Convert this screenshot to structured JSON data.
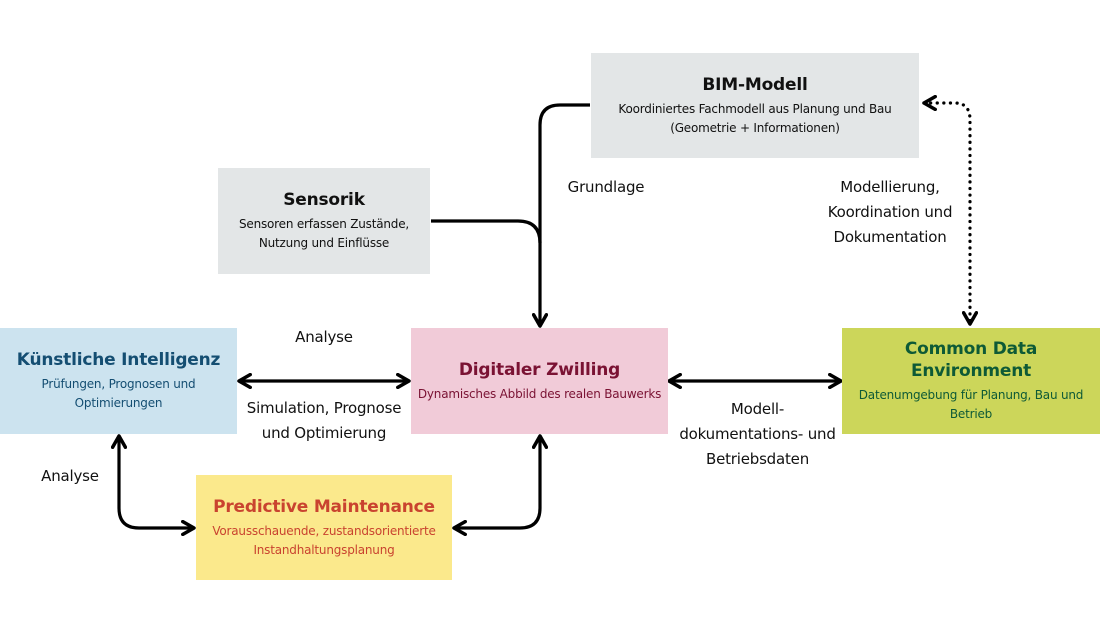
{
  "diagram": {
    "nodes": {
      "bim": {
        "title": "BIM-Modell",
        "subtitle_line1": "Koordiniertes Fachmodell aus Planung und Bau",
        "subtitle_line2": "(Geometrie + Informationen)",
        "bg_color": "#e3e6e7",
        "text_color": "#111111"
      },
      "sensorik": {
        "title": "Sensorik",
        "subtitle_line1": "Sensoren erfassen Zustände,",
        "subtitle_line2": "Nutzung und Einflüsse",
        "bg_color": "#e3e6e7",
        "text_color": "#111111"
      },
      "ki": {
        "title": "Künstliche Intelligenz",
        "subtitle_line1": "Prüfungen, Prognosen und",
        "subtitle_line2": "Optimierungen",
        "bg_color": "#cce3ef",
        "text_color": "#144e72"
      },
      "twin": {
        "title": "Digitaler Zwilling",
        "subtitle_line1": "Dynamisches Abbild des realen Bauwerks",
        "bg_color": "#f1cbd8",
        "text_color": "#7a1233"
      },
      "cde": {
        "title": "Common Data Environment",
        "subtitle_line1": "Datenumgebung für Planung, Bau und",
        "subtitle_line2": "Betrieb",
        "bg_color": "#ccd65a",
        "text_color": "#0e5a36"
      },
      "pm": {
        "title": "Predictive Maintenance",
        "subtitle_line1": "Vorausschauende, zustandsorientierte",
        "subtitle_line2": "Instandhaltungsplanung",
        "bg_color": "#fbe98c",
        "text_color": "#c9432f"
      }
    },
    "edge_labels": {
      "grundlage": "Grundlage",
      "modellierung_line1": "Modellierung,",
      "modellierung_line2": "Koordination und",
      "modellierung_line3": "Dokumentation",
      "analyse_top": "Analyse",
      "simulation_line1": "Simulation, Prognose",
      "simulation_line2": "und Optimierung",
      "modelldoku_line1": "Modell-",
      "modelldoku_line2": "dokumentations- und",
      "modelldoku_line3": "Betriebsdaten",
      "analyse_left": "Analyse"
    },
    "edges": [
      {
        "from": "bim",
        "to": "twin",
        "style": "solid",
        "direction": "forward",
        "label": "grundlage"
      },
      {
        "from": "sensorik",
        "to": "twin",
        "style": "solid",
        "direction": "forward"
      },
      {
        "from": "bim",
        "to": "cde",
        "style": "dotted",
        "direction": "both",
        "label": "modellierung"
      },
      {
        "from": "ki",
        "to": "twin",
        "style": "solid",
        "direction": "both",
        "label": "analyse_top / simulation"
      },
      {
        "from": "twin",
        "to": "cde",
        "style": "solid",
        "direction": "both",
        "label": "modelldoku"
      },
      {
        "from": "ki",
        "to": "pm",
        "style": "solid",
        "direction": "both",
        "label": "analyse_left"
      },
      {
        "from": "pm",
        "to": "twin",
        "style": "solid",
        "direction": "both"
      }
    ],
    "line_color": "#000000"
  }
}
